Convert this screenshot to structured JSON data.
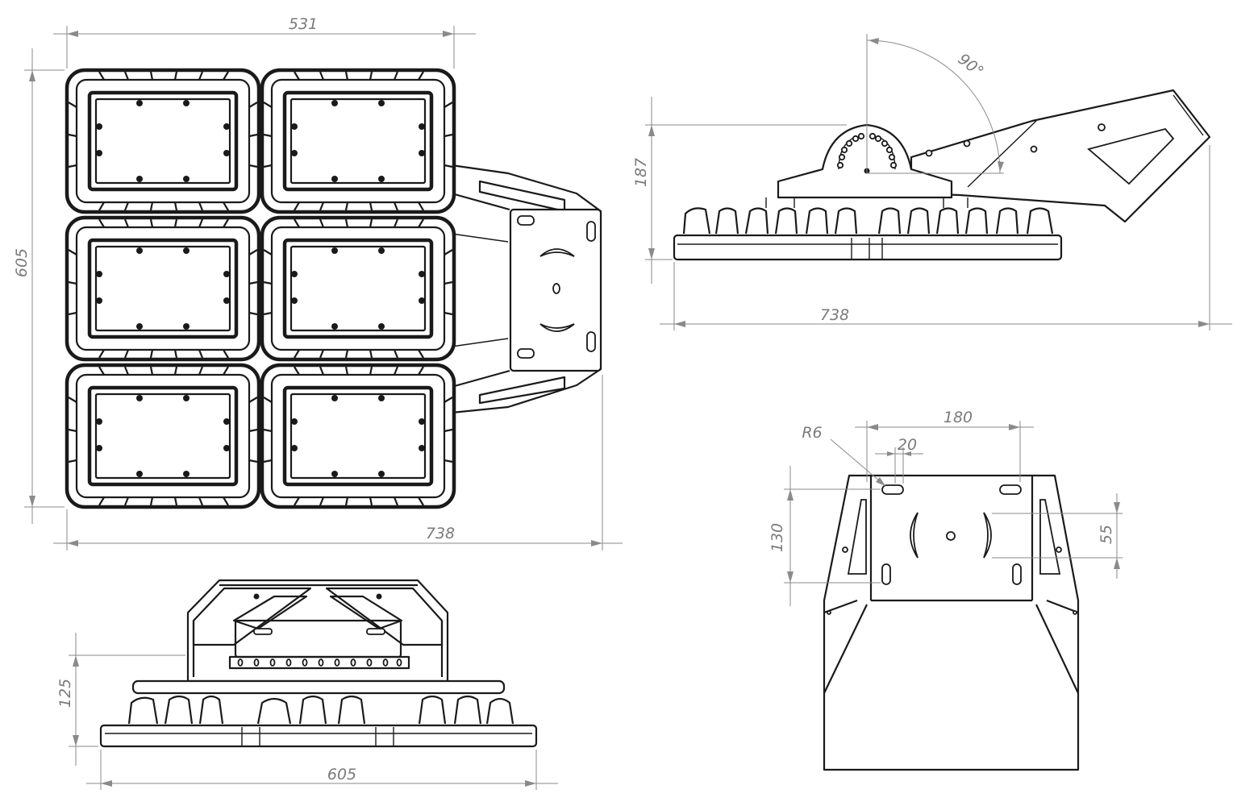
{
  "views": {
    "front": {
      "width_dim": "531",
      "height_dim": "605",
      "overall_dim": "738"
    },
    "side": {
      "angle_dim": "90°",
      "height_dim": "187",
      "length_dim": "738"
    },
    "bottom": {
      "height_dim": "125",
      "width_dim": "605"
    },
    "bracket": {
      "radius_dim": "R6",
      "hole_spacing_dim": "180",
      "slot_dim": "20",
      "height_dim": "130",
      "arc_dim": "55"
    }
  },
  "colors": {
    "line": "#1a1a1a",
    "dimension": "#8a8a8a",
    "background": "#ffffff"
  }
}
